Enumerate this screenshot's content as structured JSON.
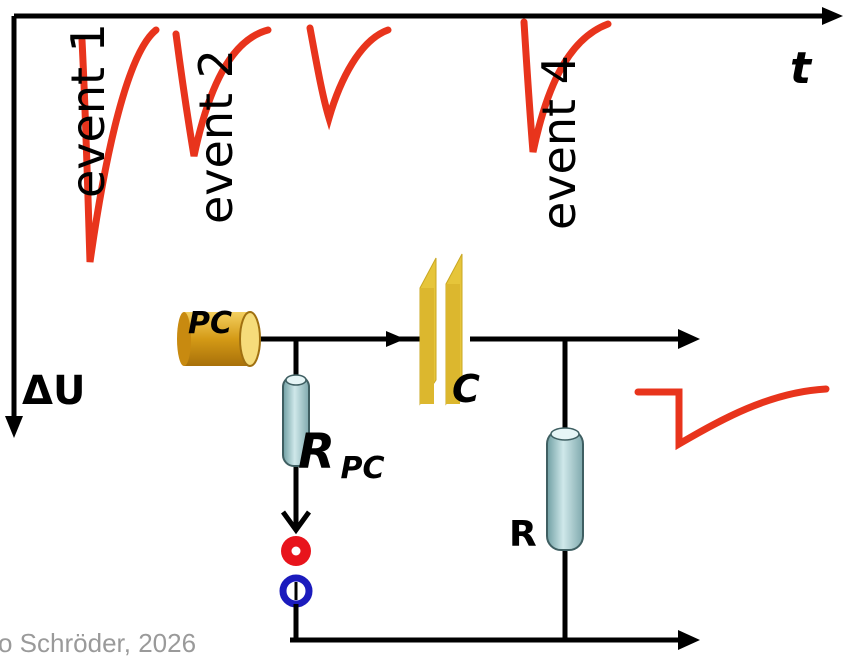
{
  "plot": {
    "time_axis_label": "t",
    "voltage_axis_label": "ΔU",
    "events": [
      "event 1",
      "event 2",
      "event 4"
    ]
  },
  "circuit": {
    "photocathode_label": "PC",
    "capacitor_label": "C",
    "cathode_resistor_label": "R",
    "cathode_resistor_subscript": "PC",
    "load_resistor_label": "R"
  },
  "credit": "o Schröder, 2026",
  "colors": {
    "pulse": "#e8341c",
    "capacitor": "#e6c53a",
    "photocathode": "#d9a21a",
    "resistor": "#a8cfd2",
    "terminal_top": "#e8141c",
    "terminal_bottom": "#1b1bbd",
    "wire": "#000000"
  }
}
